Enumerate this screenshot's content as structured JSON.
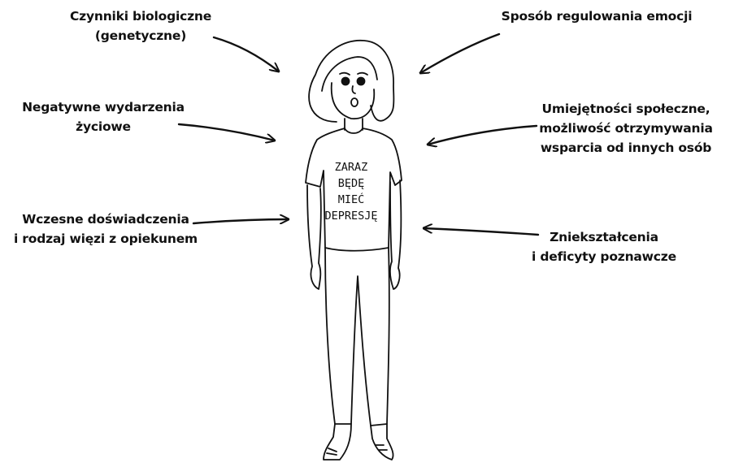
{
  "factors": [
    {
      "id": "biological",
      "lines": [
        "Czynniki biologiczne",
        "(genetyczne)"
      ]
    },
    {
      "id": "emotion-regulation",
      "lines": [
        "Sposób regulowania emocji"
      ]
    },
    {
      "id": "life-events",
      "lines": [
        "Negatywne wydarzenia",
        "życiowe"
      ]
    },
    {
      "id": "social-skills",
      "lines": [
        "Umiejętności społeczne,",
        "możliwość otrzymywania",
        "wsparcia od innych osób"
      ]
    },
    {
      "id": "early-experiences",
      "lines": [
        "Wczesne doświadczenia",
        "i rodzaj więzi z opiekunem"
      ]
    },
    {
      "id": "cognitive-distortions",
      "lines": [
        "Zniekształcenia",
        "i deficyty poznawcze"
      ]
    }
  ],
  "shirt": {
    "lines": [
      "ZARAZ",
      "BĘDĘ",
      "MIEĆ",
      "DEPRESJĘ"
    ]
  },
  "colors": {
    "ink": "#111111",
    "background": "#ffffff"
  }
}
